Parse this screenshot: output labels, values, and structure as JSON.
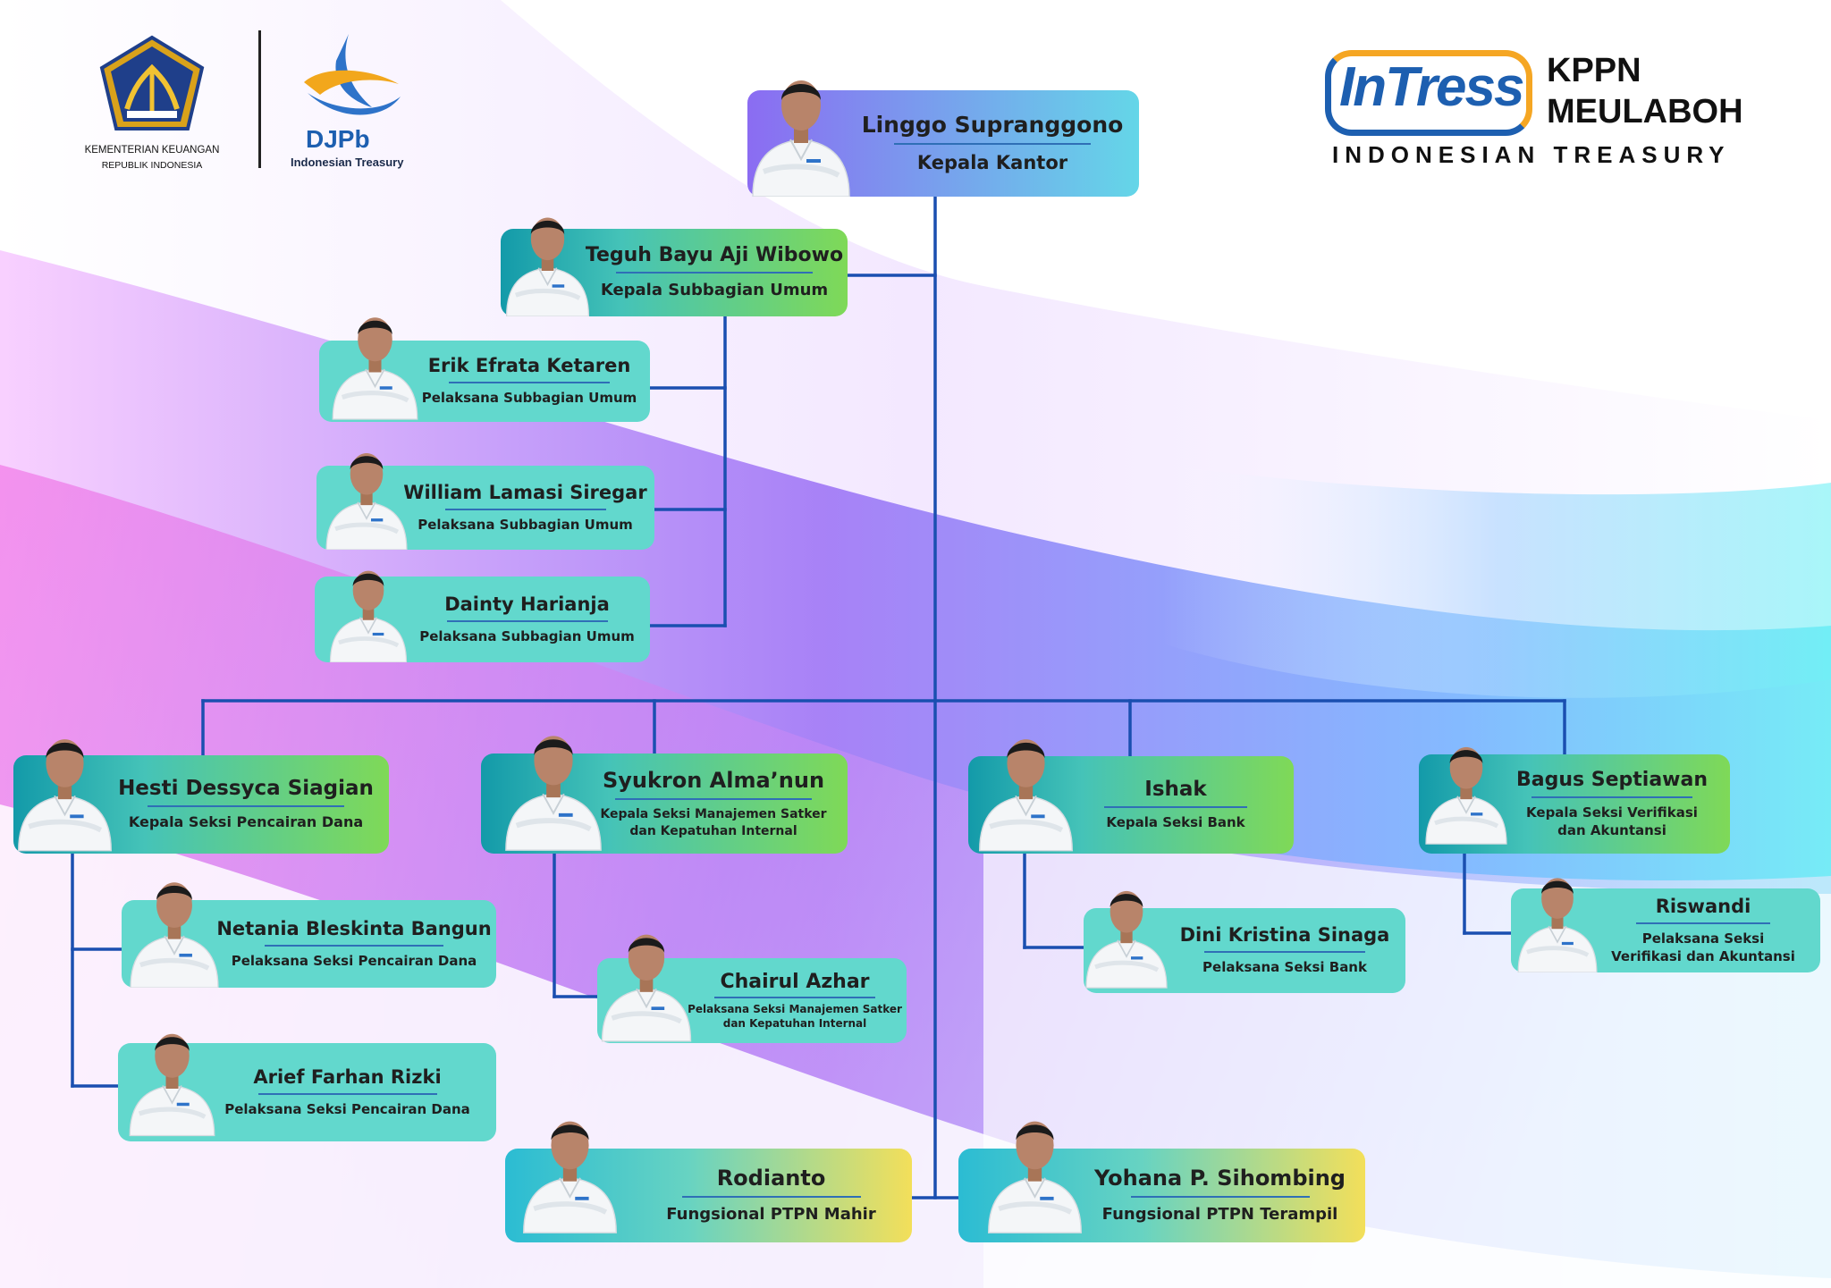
{
  "header": {
    "kemenkeu_line1": "KEMENTERIAN KEUANGAN",
    "kemenkeu_line2": "REPUBLIK INDONESIA",
    "djpb_title": "DJPb",
    "djpb_subtitle": "Indonesian Treasury",
    "intress_logo": "InTress",
    "kppn_line1": "KPPN",
    "kppn_line2": "MEULABOH",
    "tagline": "INDONESIAN TREASURY"
  },
  "colors": {
    "line": "#1a4fb0",
    "teal": "#62d8cd",
    "green": "#7fd957",
    "purple": "#8b6cf2",
    "yellow": "#f3df5a",
    "brand_blue": "#1d5fb0",
    "brand_orange": "#f5a623"
  },
  "nodes": {
    "head": {
      "name": "Linggo Supranggono",
      "role": "Kepala Kantor"
    },
    "subbag": {
      "name": "Teguh Bayu Aji Wibowo",
      "role": "Kepala Subbagian Umum"
    },
    "erik": {
      "name": "Erik Efrata Ketaren",
      "role": "Pelaksana Subbagian Umum"
    },
    "william": {
      "name": "William Lamasi Siregar",
      "role": "Pelaksana Subbagian Umum"
    },
    "dainty": {
      "name": "Dainty Harianja",
      "role": "Pelaksana Subbagian Umum"
    },
    "hesti": {
      "name": "Hesti Dessyca Siagian",
      "role": "Kepala Seksi Pencairan Dana"
    },
    "syukron": {
      "name": "Syukron Alma’nun",
      "role": "Kepala Seksi Manajemen Satker dan Kepatuhan Internal"
    },
    "ishak": {
      "name": "Ishak",
      "role": "Kepala Seksi Bank"
    },
    "bagus": {
      "name": "Bagus Septiawan",
      "role": "Kepala Seksi Verifikasi dan Akuntansi"
    },
    "netania": {
      "name": "Netania Bleskinta Bangun",
      "role": "Pelaksana Seksi Pencairan Dana"
    },
    "arief": {
      "name": "Arief Farhan Rizki",
      "role": "Pelaksana Seksi Pencairan Dana"
    },
    "chairul": {
      "name": "Chairul Azhar",
      "role": "Pelaksana Seksi Manajemen Satker dan Kepatuhan Internal"
    },
    "dini": {
      "name": "Dini Kristina Sinaga",
      "role": "Pelaksana Seksi Bank"
    },
    "riswandi": {
      "name": "Riswandi",
      "role": "Pelaksana Seksi Verifikasi dan Akuntansi"
    },
    "rodianto": {
      "name": "Rodianto",
      "role": "Fungsional PTPN Mahir"
    },
    "yohana": {
      "name": "Yohana P. Sihombing",
      "role": "Fungsional PTPN Terampil"
    }
  }
}
